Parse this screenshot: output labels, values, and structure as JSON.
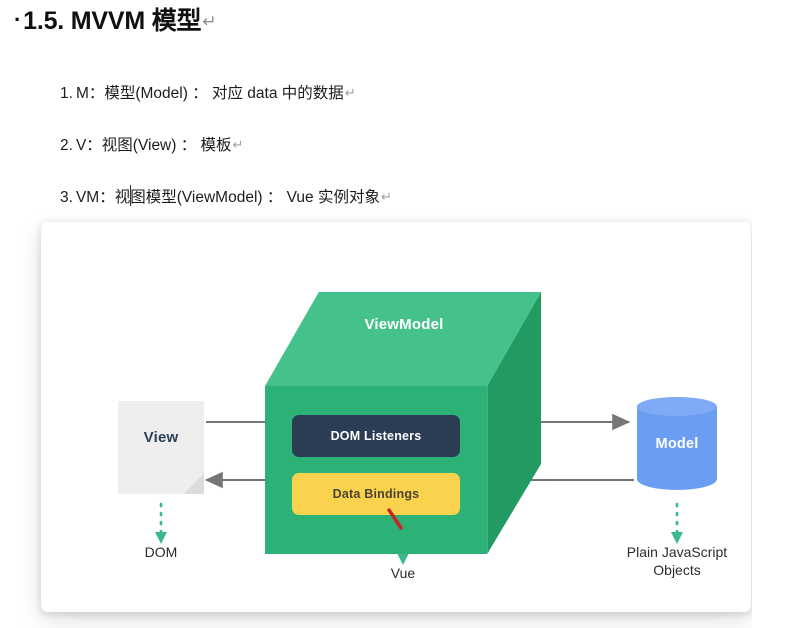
{
  "document": {
    "heading": {
      "bullet": "·",
      "text": "1.5. MVVM 模型",
      "pilcrow": "↵"
    },
    "list": [
      {
        "num": "1.",
        "text": "M：模型(Model) ： 对应 data 中的数据",
        "pilcrow": "↵"
      },
      {
        "num": "2.",
        "text": "V：视图(View) ： 模板",
        "pilcrow": "↵"
      },
      {
        "num": "3.",
        "text": "VM：视图模型(ViewModel) ： Vue 实例对象",
        "pilcrow": "↵"
      }
    ],
    "caret_visible": true
  },
  "figure": {
    "alt": "MVVM diagram",
    "view": {
      "label": "View"
    },
    "cube": {
      "label": "ViewModel",
      "inner_boxes": [
        {
          "label": "DOM Listeners",
          "color": "#2b3d54",
          "text_color": "#ffffff"
        },
        {
          "label": "Data Bindings",
          "color": "#f9d34e",
          "text_color": "#4a4333"
        }
      ],
      "annotation": {
        "type": "red-pen-stroke",
        "color": "#cc2222"
      }
    },
    "model": {
      "label": "Model"
    },
    "captions": [
      {
        "id": "dom",
        "text": "DOM"
      },
      {
        "id": "vue",
        "text": "Vue"
      },
      {
        "id": "pjs",
        "text": "Plain JavaScript\nObjects"
      }
    ],
    "colors": {
      "cube_top": "#45c18c",
      "cube_front": "#2cb277",
      "cube_side": "#219b62",
      "view_fill": "#eeeeee",
      "view_text": "#2e4057",
      "model_fill": "#6b9ef2",
      "model_top": "#7faaf5",
      "arrow_gray": "#767676",
      "dotted_green": "#3cb98b"
    },
    "flows": [
      {
        "from": "View",
        "to": "ViewModel",
        "direction": "right",
        "style": "solid"
      },
      {
        "from": "ViewModel",
        "to": "View",
        "direction": "left",
        "style": "solid"
      },
      {
        "from": "ViewModel",
        "to": "Model",
        "direction": "right",
        "style": "solid"
      },
      {
        "from": "Model",
        "to": "ViewModel",
        "direction": "left",
        "style": "solid"
      }
    ]
  }
}
